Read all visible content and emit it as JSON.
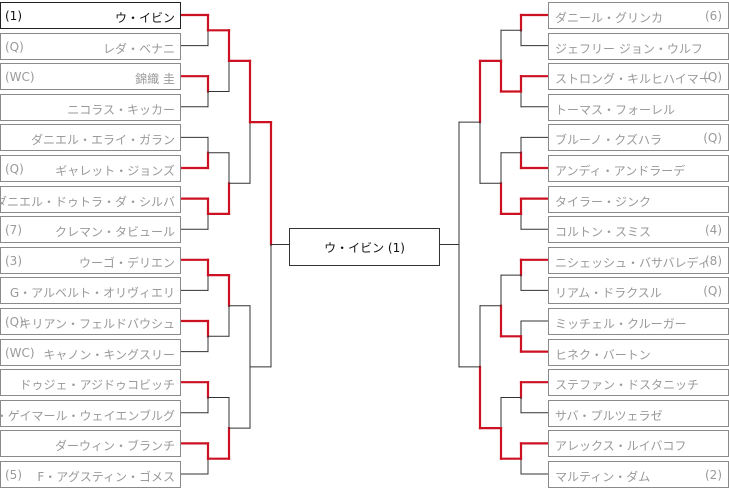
{
  "colors": {
    "win_line": "#cc1122",
    "line": "#333333"
  },
  "left": [
    {
      "seed": "(1)",
      "name": "ウ・イビン",
      "win": [
        true,
        true,
        true,
        true
      ]
    },
    {
      "seed": "(Q)",
      "name": "レダ・ベナニ",
      "win": [
        false
      ]
    },
    {
      "seed": "(WC)",
      "name": "錦織 圭",
      "win": [
        true,
        false
      ]
    },
    {
      "seed": "",
      "name": "ニコラス・キッカー",
      "win": [
        false
      ]
    },
    {
      "seed": "",
      "name": "ダニエル・エライ・ガラン",
      "win": [
        false
      ]
    },
    {
      "seed": "(Q)",
      "name": "ギャレット・ジョンズ",
      "win": [
        true,
        false
      ]
    },
    {
      "seed": "",
      "name": "ダニエル・ドゥトラ・ダ・シルバ",
      "win": [
        true,
        true,
        false
      ]
    },
    {
      "seed": "(7)",
      "name": "クレマン・タビュール",
      "win": [
        false
      ]
    },
    {
      "seed": "(3)",
      "name": "ウーゴ・デリエン",
      "win": [
        true,
        true,
        false
      ]
    },
    {
      "seed": "",
      "name": "G・アルベルト・オリヴィエリ",
      "win": [
        false
      ]
    },
    {
      "seed": "(Q)",
      "name": "キリアン・フェルドバウシュ",
      "win": [
        true,
        false
      ]
    },
    {
      "seed": "(WC)",
      "name": "キャノン・キングスリー",
      "win": [
        false
      ]
    },
    {
      "seed": "",
      "name": "ドゥジェ・アジドゥコビッチ",
      "win": [
        true,
        false
      ]
    },
    {
      "seed": "",
      "name": "S・ゲイマール・ウェイエンブルグ",
      "win": [
        false
      ]
    },
    {
      "seed": "",
      "name": "ダーウィン・ブランチ",
      "win": [
        true,
        true,
        false
      ]
    },
    {
      "seed": "(5)",
      "name": "F・アグスティン・ゴメス",
      "win": [
        false
      ]
    }
  ],
  "right": [
    {
      "seed": "(6)",
      "name": "ダニール・グリンカ",
      "win": [
        true,
        false
      ]
    },
    {
      "seed": "",
      "name": "ジェフリー ジョン・ウルフ",
      "win": [
        false
      ]
    },
    {
      "seed": "(Q)",
      "name": "ストロング・キルヒハイマー",
      "win": [
        true,
        true,
        true,
        false
      ]
    },
    {
      "seed": "",
      "name": "トーマス・フォーレル",
      "win": [
        false
      ]
    },
    {
      "seed": "(Q)",
      "name": "ブルーノ・クズハラ",
      "win": [
        false
      ]
    },
    {
      "seed": "",
      "name": "アンディ・アンドラーデ",
      "win": [
        true,
        false
      ]
    },
    {
      "seed": "",
      "name": "タイラー・ジンク",
      "win": [
        true,
        true,
        false
      ]
    },
    {
      "seed": "(4)",
      "name": "コルトン・スミス",
      "win": [
        false
      ]
    },
    {
      "seed": "(8)",
      "name": "ニシェッシュ・バサバレディ",
      "win": [
        true,
        false
      ]
    },
    {
      "seed": "(Q)",
      "name": "リアム・ドラクスル",
      "win": [
        false
      ]
    },
    {
      "seed": "",
      "name": "ミッチェル・クルーガー",
      "win": [
        false
      ]
    },
    {
      "seed": "",
      "name": "ヒネク・バートン",
      "win": [
        true,
        true,
        false
      ]
    },
    {
      "seed": "",
      "name": "ステファン・ドスタニッチ",
      "win": [
        true,
        false
      ]
    },
    {
      "seed": "",
      "name": "サバ・プルツェラゼ",
      "win": [
        false
      ]
    },
    {
      "seed": "",
      "name": "アレックス・ルイバコフ",
      "win": [
        true,
        true,
        true,
        false
      ]
    },
    {
      "seed": "(2)",
      "name": "マルティン・ダム",
      "win": [
        false
      ]
    }
  ],
  "champion": {
    "text": "ウ・イビン (1)"
  }
}
